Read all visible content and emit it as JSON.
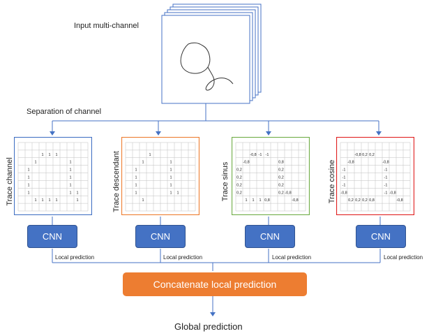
{
  "labels": {
    "input": "Input multi-channel",
    "separation": "Separation of channel",
    "cnn": "CNN",
    "local_prediction": "Local prediction",
    "concatenate": "Concatenate local prediction",
    "global": "Global prediction"
  },
  "branches": [
    {
      "title": "Trace channel",
      "border_color": "#4472c4",
      "grid_labels": [
        {
          "r": 1,
          "c": 3,
          "t": "1"
        },
        {
          "r": 1,
          "c": 4,
          "t": "1"
        },
        {
          "r": 1,
          "c": 5,
          "t": "1"
        },
        {
          "r": 2,
          "c": 2,
          "t": "1"
        },
        {
          "r": 2,
          "c": 7,
          "t": "1"
        },
        {
          "r": 3,
          "c": 1,
          "t": "1"
        },
        {
          "r": 3,
          "c": 7,
          "t": "1"
        },
        {
          "r": 4,
          "c": 1,
          "t": "1"
        },
        {
          "r": 4,
          "c": 7,
          "t": "1"
        },
        {
          "r": 5,
          "c": 1,
          "t": "1"
        },
        {
          "r": 5,
          "c": 7,
          "t": "1"
        },
        {
          "r": 6,
          "c": 1,
          "t": "1"
        },
        {
          "r": 6,
          "c": 7,
          "t": "1"
        },
        {
          "r": 6,
          "c": 8,
          "t": "1"
        },
        {
          "r": 7,
          "c": 2,
          "t": "1"
        },
        {
          "r": 7,
          "c": 3,
          "t": "1"
        },
        {
          "r": 7,
          "c": 4,
          "t": "1"
        },
        {
          "r": 7,
          "c": 5,
          "t": "1"
        },
        {
          "r": 7,
          "c": 8,
          "t": "1"
        }
      ]
    },
    {
      "title": "Trace descendant",
      "border_color": "#ed7d31",
      "grid_labels": [
        {
          "r": 1,
          "c": 3,
          "t": "1"
        },
        {
          "r": 2,
          "c": 2,
          "t": "1"
        },
        {
          "r": 2,
          "c": 6,
          "t": "1"
        },
        {
          "r": 3,
          "c": 1,
          "t": "1"
        },
        {
          "r": 3,
          "c": 6,
          "t": "1"
        },
        {
          "r": 4,
          "c": 1,
          "t": "1"
        },
        {
          "r": 4,
          "c": 6,
          "t": "1"
        },
        {
          "r": 5,
          "c": 1,
          "t": "1"
        },
        {
          "r": 5,
          "c": 6,
          "t": "1"
        },
        {
          "r": 6,
          "c": 1,
          "t": "1"
        },
        {
          "r": 6,
          "c": 6,
          "t": "1"
        },
        {
          "r": 6,
          "c": 7,
          "t": "1"
        },
        {
          "r": 7,
          "c": 2,
          "t": "1"
        }
      ]
    },
    {
      "title": "Trace sinus",
      "border_color": "#70ad47",
      "grid_labels": [
        {
          "r": 1,
          "c": 2,
          "t": "-0,8"
        },
        {
          "r": 1,
          "c": 3,
          "t": "-1"
        },
        {
          "r": 1,
          "c": 4,
          "t": "-1"
        },
        {
          "r": 2,
          "c": 1,
          "t": "-0,8"
        },
        {
          "r": 2,
          "c": 6,
          "t": "0,8"
        },
        {
          "r": 3,
          "c": 0,
          "t": "0,2"
        },
        {
          "r": 3,
          "c": 6,
          "t": "0,2"
        },
        {
          "r": 4,
          "c": 0,
          "t": "0,2"
        },
        {
          "r": 4,
          "c": 6,
          "t": "0,2"
        },
        {
          "r": 5,
          "c": 0,
          "t": "0,2"
        },
        {
          "r": 5,
          "c": 6,
          "t": "0,2"
        },
        {
          "r": 6,
          "c": 0,
          "t": "0,2"
        },
        {
          "r": 6,
          "c": 6,
          "t": "0,2"
        },
        {
          "r": 6,
          "c": 7,
          "t": "-0,8"
        },
        {
          "r": 7,
          "c": 1,
          "t": "1"
        },
        {
          "r": 7,
          "c": 2,
          "t": "1"
        },
        {
          "r": 7,
          "c": 3,
          "t": "1"
        },
        {
          "r": 7,
          "c": 4,
          "t": "0,8"
        },
        {
          "r": 7,
          "c": 8,
          "t": "-0,8"
        }
      ]
    },
    {
      "title": "Trace cosine",
      "border_color": "#e02020",
      "grid_labels": [
        {
          "r": 1,
          "c": 2,
          "t": "-0,8"
        },
        {
          "r": 1,
          "c": 3,
          "t": "0,2"
        },
        {
          "r": 1,
          "c": 4,
          "t": "0,2"
        },
        {
          "r": 2,
          "c": 1,
          "t": "-0,8"
        },
        {
          "r": 2,
          "c": 6,
          "t": "-0,8"
        },
        {
          "r": 3,
          "c": 0,
          "t": "-1"
        },
        {
          "r": 3,
          "c": 6,
          "t": "-1"
        },
        {
          "r": 4,
          "c": 0,
          "t": "-1"
        },
        {
          "r": 4,
          "c": 6,
          "t": "-1"
        },
        {
          "r": 5,
          "c": 0,
          "t": "-1"
        },
        {
          "r": 5,
          "c": 6,
          "t": "-1"
        },
        {
          "r": 6,
          "c": 0,
          "t": "-0,8"
        },
        {
          "r": 6,
          "c": 6,
          "t": "-1"
        },
        {
          "r": 6,
          "c": 7,
          "t": "-0,8"
        },
        {
          "r": 7,
          "c": 1,
          "t": "0,2"
        },
        {
          "r": 7,
          "c": 2,
          "t": "0,2"
        },
        {
          "r": 7,
          "c": 3,
          "t": "0,2"
        },
        {
          "r": 7,
          "c": 4,
          "t": "0,8"
        },
        {
          "r": 7,
          "c": 8,
          "t": "-0,8"
        }
      ]
    }
  ],
  "colors": {
    "arrow": "#4472c4",
    "cnn": "#4472c4",
    "concat": "#ed7d31",
    "grid": "#bfbfbf"
  }
}
